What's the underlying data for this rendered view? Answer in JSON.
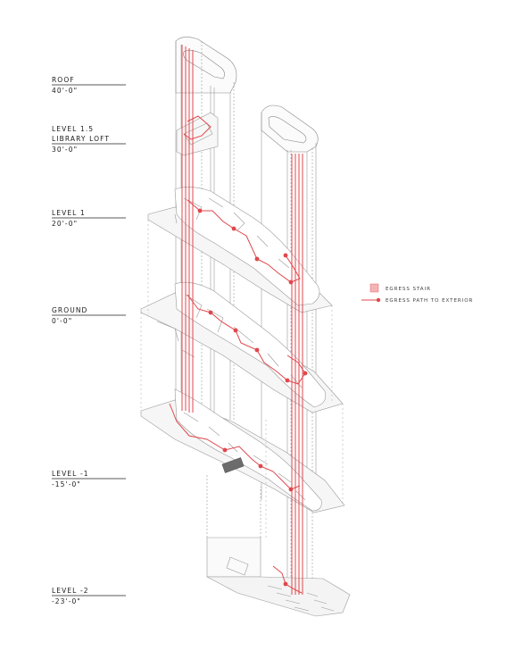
{
  "levels": [
    {
      "name": "ROOF",
      "elevation": "40'-0\""
    },
    {
      "name": "LEVEL 1.5",
      "sub": "LIBRARY LOFT",
      "elevation": "30'-0\""
    },
    {
      "name": "LEVEL 1",
      "elevation": "20'-0\""
    },
    {
      "name": "GROUND",
      "elevation": "0'-0\""
    },
    {
      "name": "LEVEL -1",
      "elevation": "-15'-0\""
    },
    {
      "name": "LEVEL -2",
      "elevation": "-23'-0\""
    }
  ],
  "legend": {
    "stair_label": "EGRESS STAIR",
    "path_label": "EGRESS PATH TO EXTERIOR"
  },
  "colors": {
    "egress": "#e0474c",
    "stair_fill": "#f4b4b6",
    "linework": "#9a9a9a",
    "text": "#1a1a1a"
  }
}
